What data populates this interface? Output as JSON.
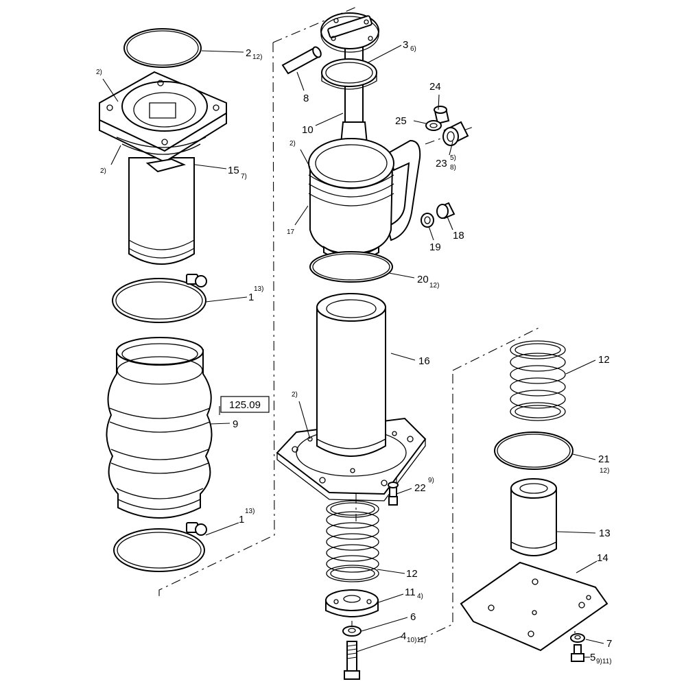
{
  "diagram": {
    "reference_box": "125.09",
    "labels": {
      "p2": "2",
      "p2s": "12)",
      "p3": "3",
      "p3s": "6)",
      "p8": "8",
      "p10": "10",
      "p24": "24",
      "p25": "25",
      "p23": "23",
      "p23s1": "5)",
      "p23s2": "8)",
      "p15": "15",
      "p15s": "7)",
      "p17": "17",
      "p18": "18",
      "p19": "19",
      "p20": "20",
      "p20s": "12)",
      "p1a": "1",
      "p1as": "13)",
      "p16": "16",
      "p9": "9",
      "p12a": "12",
      "p21": "21",
      "p21s": "12)",
      "p22": "22",
      "p22s": "9)",
      "p1b": "1",
      "p1bs": "13)",
      "p13": "13",
      "p12b": "12",
      "p14": "14",
      "p11": "11",
      "p11s": "4)",
      "p6": "6",
      "p4": "4",
      "p4s": "10)11)",
      "p7": "7",
      "p5": "5",
      "p5s": "9)11)",
      "n2a": "2)",
      "n2b": "2)",
      "n2c": "2)",
      "n2d": "2)"
    }
  }
}
